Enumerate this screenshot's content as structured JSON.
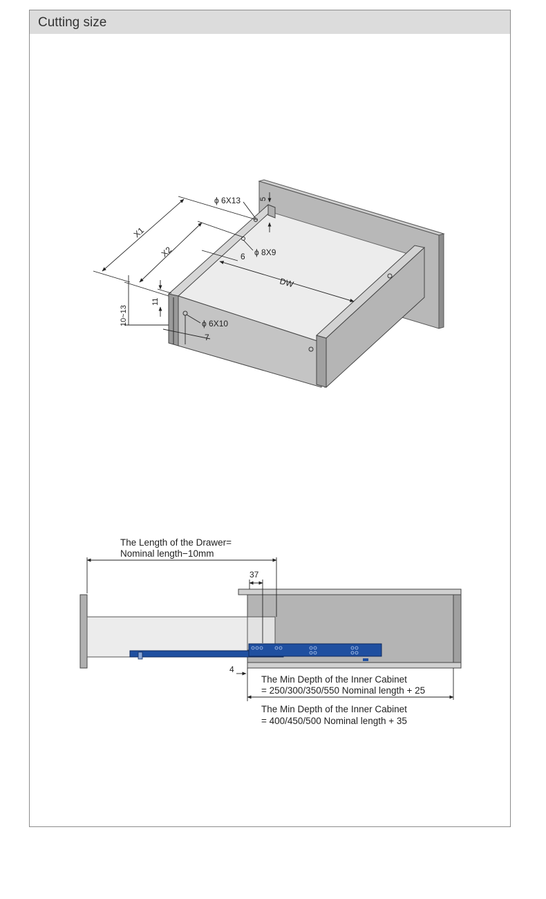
{
  "header": {
    "title": "Cutting size"
  },
  "top_diagram": {
    "labels": {
      "hole_a": "ϕ 6X13",
      "dim_5": "5",
      "dim_x1": "X1",
      "dim_x2": "X2",
      "hole_b": "ϕ 8X9",
      "dim_6": "6",
      "dim_dw": "DW",
      "dim_11": "11",
      "dim_10_13": "10~13",
      "hole_c": "ϕ 6X10",
      "dim_7": "7"
    }
  },
  "bottom_diagram": {
    "drawer_length_line1": "The Length of the Drawer=",
    "drawer_length_line2": "Nominal length−10mm",
    "dim_37": "37",
    "dim_4": "4",
    "min_depth_a_line1": "The Min Depth of the Inner Cabinet",
    "min_depth_a_line2": "= 250/300/350/550 Nominal length + 25",
    "min_depth_b_line1": "The Min Depth of the Inner Cabinet",
    "min_depth_b_line2": "= 400/450/500 Nominal length + 35"
  },
  "colors": {
    "slide": "#1f4fa0",
    "panel_gray": "#a8a8a8",
    "light_gray": "#e8e8e8"
  }
}
